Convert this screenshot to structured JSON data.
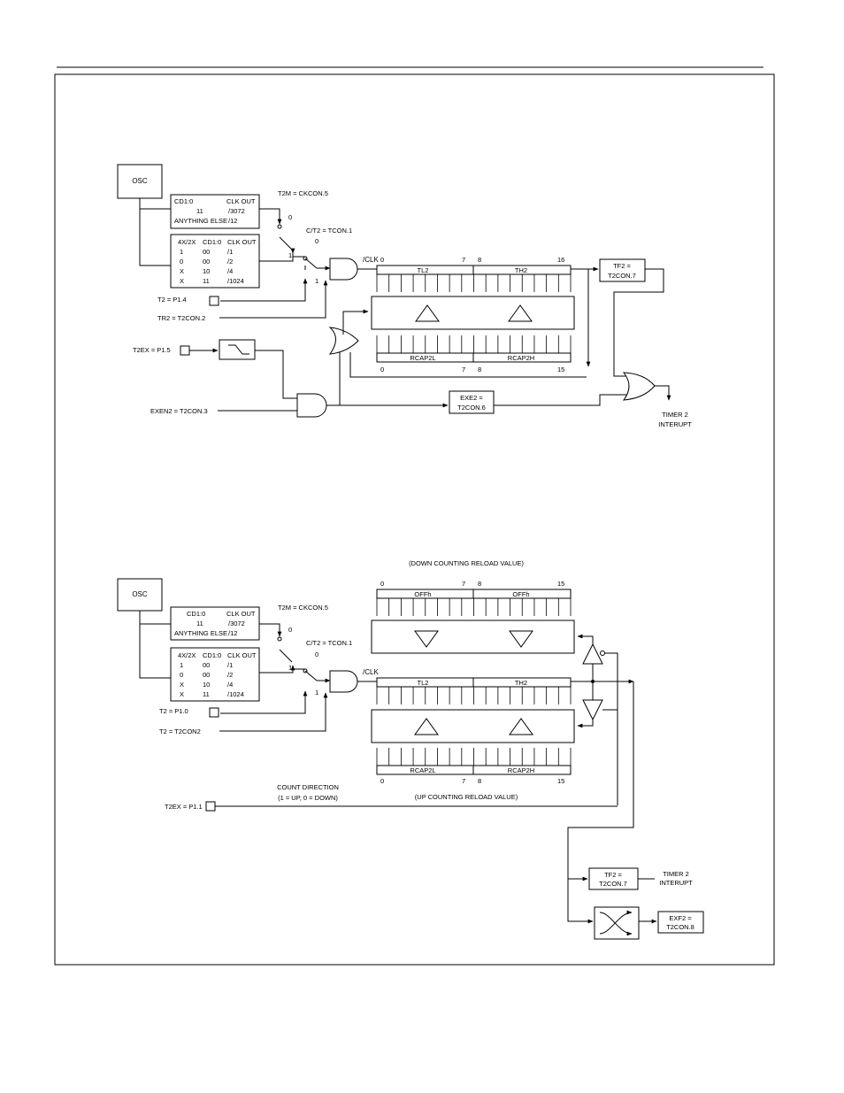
{
  "top": {
    "osc": "OSC",
    "clk_table": {
      "h1": "CD1:0",
      "h2": "CLK OUT",
      "r1c1": "11",
      "r1c2": "/3072",
      "r2c1": "ANYTHING ELSE",
      "r2c2": "/12"
    },
    "div_table": {
      "headers": [
        "4X/2X",
        "CD1:0",
        "CLK OUT"
      ],
      "rows": [
        [
          "1",
          "00",
          "/1"
        ],
        [
          "0",
          "00",
          "/2"
        ],
        [
          "X",
          "10",
          "/4"
        ],
        [
          "X",
          "11",
          "/1024"
        ]
      ]
    },
    "t2m": "T2M = CKCON.5",
    "sw1_zero": "0",
    "ct2": "C/T2 = TCON.1",
    "sw2_zero": "0",
    "sw1_one": "1",
    "sw2_one": "1",
    "t2_pin": "T2 = P1.4",
    "tr2": "TR2 = T2CON.2",
    "t2ex": "T2EX = P1.5",
    "exen2": "EXEN2 = T2CON.3",
    "clk": "/CLK",
    "tl2": "TL2",
    "th2": "TH2",
    "rcap2l": "RCAP2L",
    "rcap2h": "RCAP2H",
    "bit0": "0",
    "bit7": "7",
    "bit8": "8",
    "bit16": "16",
    "bit15": "15",
    "tf2_l1": "TF2 =",
    "tf2_l2": "T2CON.7",
    "exe2_l1": "EXE2 =",
    "exe2_l2": "T2CON.6",
    "int_l1": "TIMER 2",
    "int_l2": "INTERUPT"
  },
  "bottom": {
    "down_label": "(DOWN COUNTING RELOAD VALUE)",
    "up_label": "(UP COUNTING RELOAD VALUE)",
    "osc": "OSC",
    "clk_table": {
      "h1": "CD1:0",
      "h2": "CLK OUT",
      "r1c1": "11",
      "r1c2": "/3072",
      "r2c1": "ANYTHING ELSE",
      "r2c2": "/12"
    },
    "div_table": {
      "headers": [
        "4X/2X",
        "CD1:0",
        "CLK OUT"
      ],
      "rows": [
        [
          "1",
          "00",
          "/1"
        ],
        [
          "0",
          "00",
          "/2"
        ],
        [
          "X",
          "10",
          "/4"
        ],
        [
          "X",
          "11",
          "/1024"
        ]
      ]
    },
    "t2m": "T2M = CKCON.5",
    "sw1_zero": "0",
    "ct2": "C/T2 = TCON.1",
    "sw2_zero": "0",
    "sw1_one": "1",
    "sw2_one": "1",
    "t2_pin": "T2 = P1.0",
    "tr2": "T2 = T2CON2",
    "clk": "/CLK",
    "offh_l": "OFFh",
    "offh_h": "OFFh",
    "tl2": "TL2",
    "th2": "TH2",
    "rcap2l": "RCAP2L",
    "rcap2h": "RCAP2H",
    "bit0": "0",
    "bit7": "7",
    "bit8": "8",
    "bit15": "15",
    "count_dir_l1": "COUNT DIRECTION",
    "count_dir_l2": "(1 = UP, 0 = DOWN)",
    "t2ex": "T2EX = P1.1",
    "tf2_l1": "TF2 =",
    "tf2_l2": "T2CON.7",
    "int_l1": "TIMER 2",
    "int_l2": "INTERUPT",
    "exf2_l1": "EXF2 =",
    "exf2_l2": "T2CON.8"
  }
}
